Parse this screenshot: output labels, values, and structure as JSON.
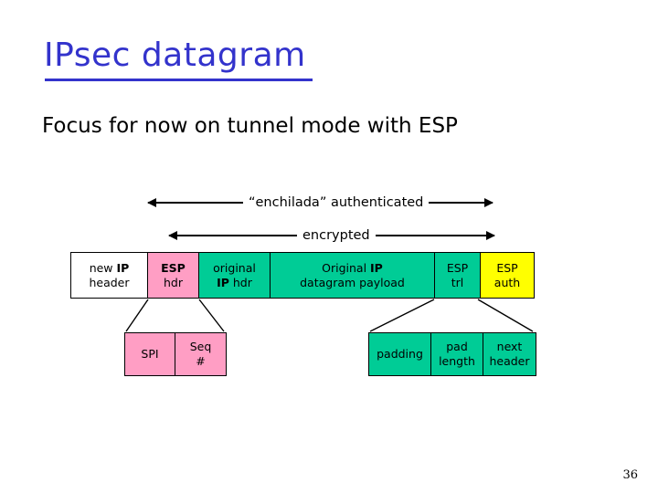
{
  "slide": {
    "title": "IPsec datagram",
    "title_color": "#3333cc",
    "subtitle": "Focus for now on tunnel mode with ESP",
    "page_number": "36"
  },
  "annotations": {
    "authenticated_label": "“enchilada” authenticated",
    "encrypted_label": "encrypted"
  },
  "datagram": {
    "cells": [
      {
        "line1": "new IP",
        "line2": "header",
        "bold_line": 1,
        "color": "#ffffff",
        "width": 84
      },
      {
        "line1": "ESP",
        "line2": "hdr",
        "bold_line": 1,
        "color": "#ff9ec4",
        "width": 56
      },
      {
        "line1": "original",
        "line2": "IP hdr",
        "bold_line": 2,
        "color": "#00cc96",
        "width": 78
      },
      {
        "line1": "Original IP",
        "line2": "datagram payload",
        "bold_line": 1,
        "color": "#00cc96",
        "width": 180
      },
      {
        "line1": "ESP",
        "line2": "trl",
        "bold_line": 0,
        "color": "#00cc96",
        "width": 50
      },
      {
        "line1": "ESP",
        "line2": "auth",
        "bold_line": 0,
        "color": "#ffff00",
        "width": 58
      }
    ]
  },
  "esp_header_detail": {
    "cells": [
      {
        "line1": "SPI",
        "line2": "",
        "color": "#ff9ec4",
        "width": 55
      },
      {
        "line1": "Seq",
        "line2": "#",
        "color": "#ff9ec4",
        "width": 55
      }
    ]
  },
  "esp_trailer_detail": {
    "cells": [
      {
        "line1": "padding",
        "line2": "",
        "color": "#00cc96",
        "width": 68
      },
      {
        "line1": "pad",
        "line2": "length",
        "color": "#00cc96",
        "width": 57
      },
      {
        "line1": "next",
        "line2": "header",
        "color": "#00cc96",
        "width": 57
      }
    ]
  }
}
